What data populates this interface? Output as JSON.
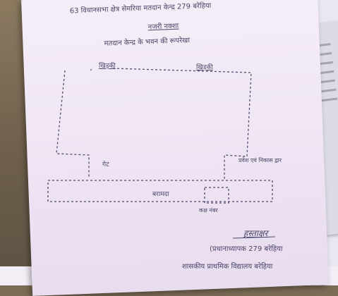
{
  "document": {
    "heading": "63 विधानसभा क्षेत्र सेमरिया मतदान केन्द्र 279 बरेहिया",
    "map_title": "नजरी नक्शा",
    "map_subtitle": "मतदान केन्द्र के भवन की रूपरेखा",
    "plan_labels": {
      "window_left": "खिड़की",
      "window_right": "खिड़की",
      "gate": "गेट",
      "office": "प्रवेश एवं निकास द्वार",
      "verandah": "बरामदा",
      "room": "कक्ष नंबर"
    },
    "signature": "हस्ताक्षर",
    "official_line1": "(प्रधानाध्यापक 279 बरेहिया",
    "official_line2": "शासकीय प्राथमिक विद्यालय बरेहिया"
  },
  "colors": {
    "paper": "#f2e9f5",
    "ink": "#4a4768",
    "table": "#7a6b55"
  }
}
